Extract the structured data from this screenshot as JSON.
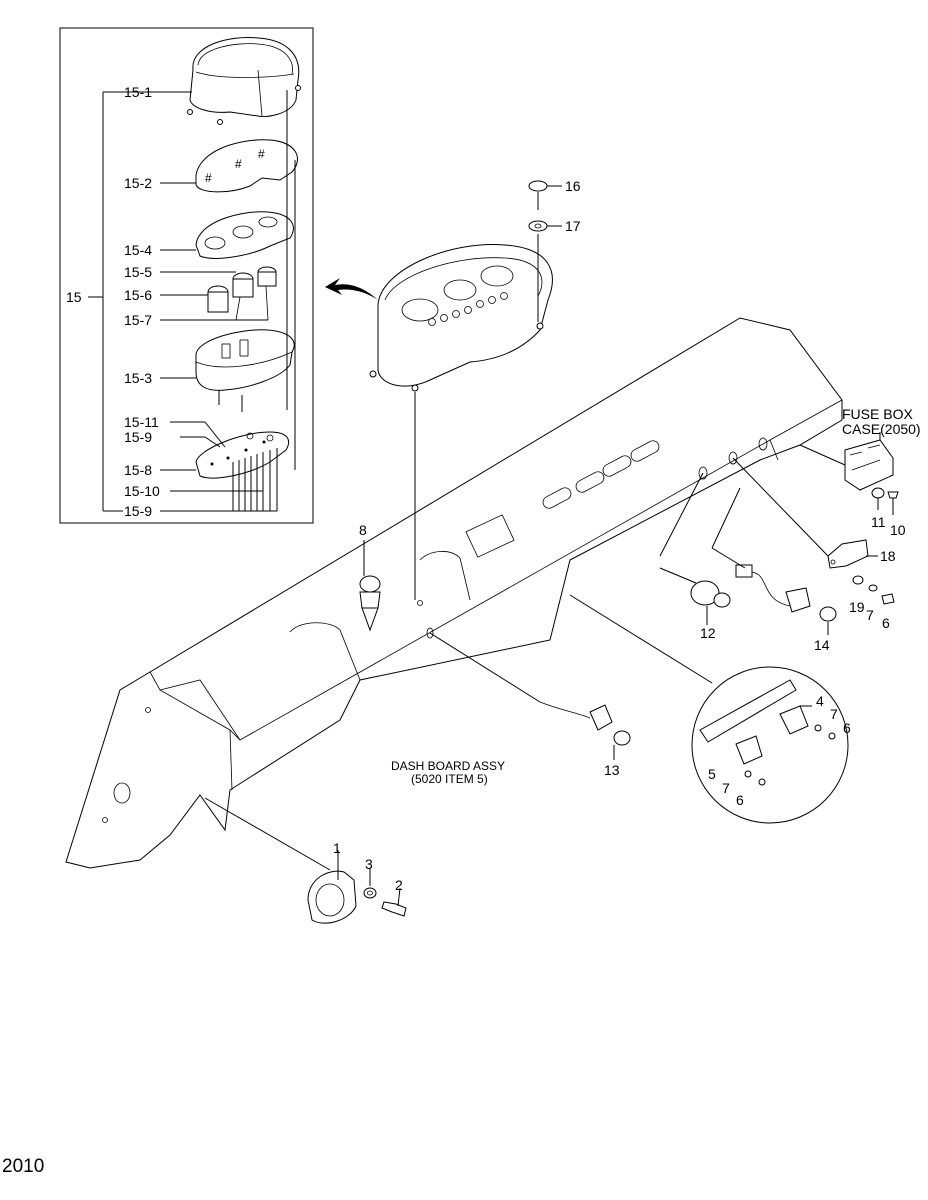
{
  "diagram": {
    "page_code": "2010",
    "callouts": {
      "c15": "15",
      "c15_1": "15-1",
      "c15_2": "15-2",
      "c15_4": "15-4",
      "c15_5": "15-5",
      "c15_6": "15-6",
      "c15_7": "15-7",
      "c15_3": "15-3",
      "c15_11": "15-11",
      "c15_9a": "15-9",
      "c15_8": "15-8",
      "c15_10": "15-10",
      "c15_9b": "15-9",
      "c16": "16",
      "c17": "17",
      "c8": "8",
      "c12": "12",
      "c14": "14",
      "c13": "13",
      "c18": "18",
      "c19": "19",
      "c7a": "7",
      "c6a": "6",
      "c11": "11",
      "c10": "10",
      "c4": "4",
      "c7b": "7",
      "c6b": "6",
      "c5": "5",
      "c7c": "7",
      "c6c": "6",
      "c1": "1",
      "c3": "3",
      "c2": "2"
    },
    "fuse_box_line1": "FUSE BOX",
    "fuse_box_line2": "CASE(2050)",
    "dash_board_line1": "DASH BOARD ASSY",
    "dash_board_line2": "(5020 ITEM 5)"
  }
}
